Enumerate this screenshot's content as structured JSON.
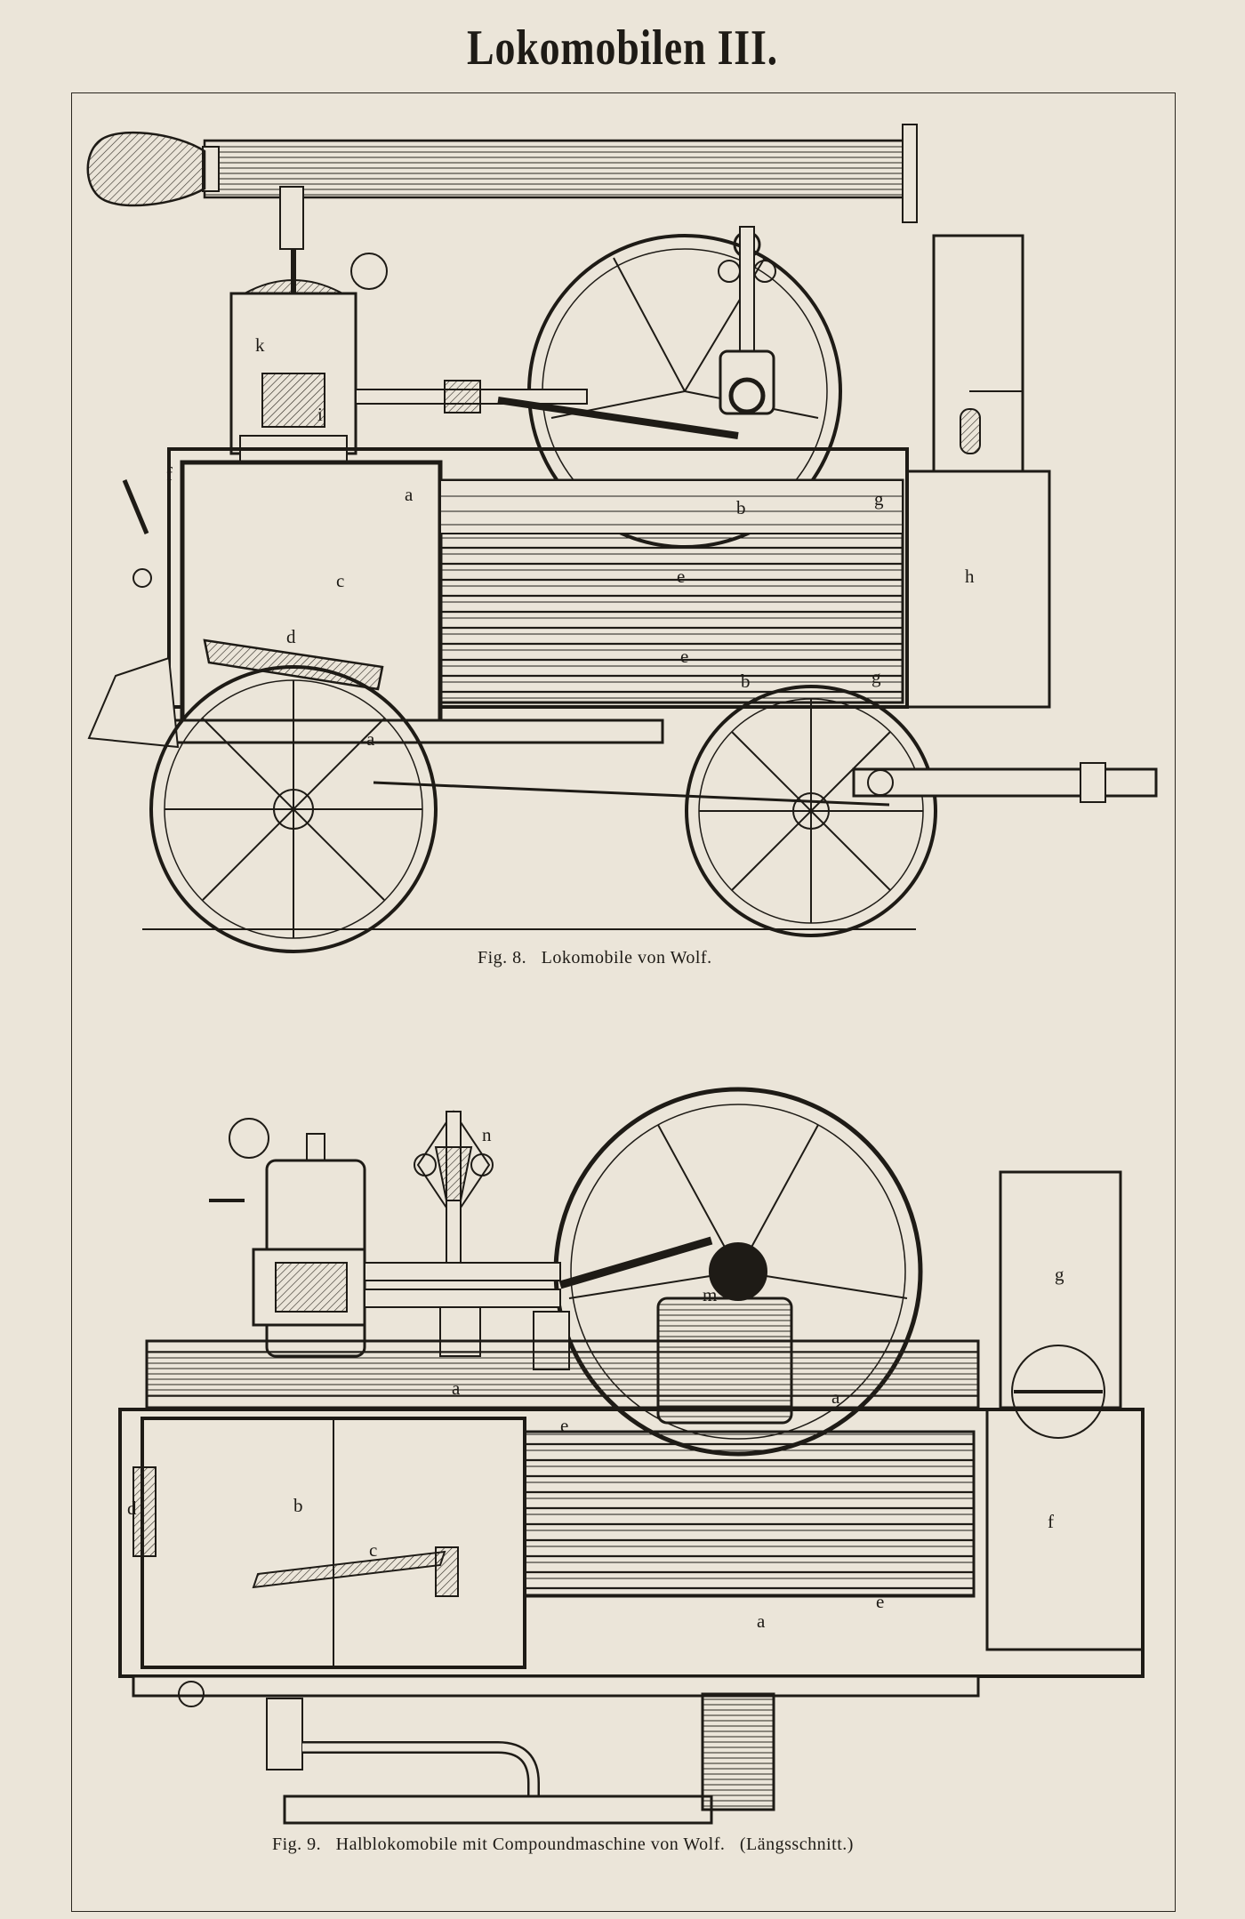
{
  "page": {
    "title": "Lokomobilen III."
  },
  "figure8": {
    "caption": "Fig. 8.   Lokomobile von Wolf.",
    "labels": {
      "a_top": "a",
      "a_bottom": "a",
      "b_top": "b",
      "b_bottom": "b",
      "c": "c",
      "d": "d",
      "e_top": "e",
      "e_bottom": "e",
      "f": "f",
      "g_top": "g",
      "g_bottom": "g",
      "h": "h",
      "i": "i",
      "k": "k"
    }
  },
  "figure9": {
    "caption": "Fig. 9.   Halblokomobile mit Compoundmaschine von Wolf.   (Längsschnitt.)",
    "labels": {
      "a_left": "a",
      "a_right": "a",
      "a_bottom": "a",
      "b": "b",
      "c": "c",
      "d": "d",
      "e_top": "e",
      "e_bottom": "e",
      "f": "f",
      "g": "g",
      "m": "m",
      "n": "n"
    }
  },
  "colors": {
    "paper": "#ebe5d9",
    "ink": "#1e1b16"
  }
}
